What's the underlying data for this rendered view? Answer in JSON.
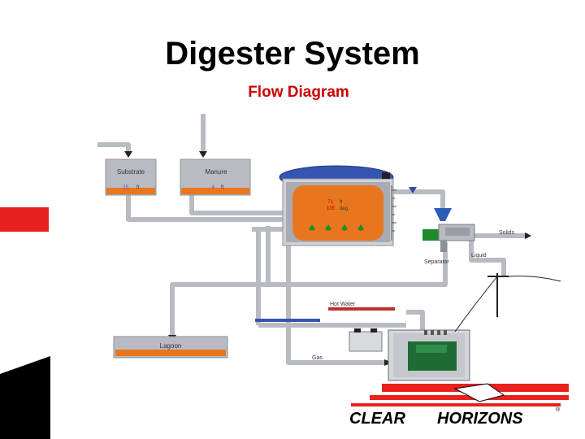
{
  "title": "Digester System",
  "subtitle": "Flow Diagram",
  "tanks": {
    "substrate": {
      "label": "Substrate",
      "level_value": "15",
      "unit": "ft"
    },
    "manure": {
      "label": "Manure",
      "level_value": "4",
      "unit": "ft"
    },
    "lagoon": {
      "label": "Lagoon"
    }
  },
  "digester": {
    "reading1": "71",
    "unit1": "ft",
    "reading2": "105",
    "unit2": "deg"
  },
  "labels": {
    "solids": "Solids",
    "liquid": "Liquid",
    "separator": "Separator",
    "hot_water": "Hot Water",
    "gas": "Gas"
  },
  "logo": {
    "text_left": "CLEAR",
    "text_right": "HORIZONS",
    "mark": "®"
  },
  "colors": {
    "accent_red": "#e8211e",
    "slurry_orange": "#e8761f",
    "pipe_gray": "#b8bcc2",
    "dome_blue": "#3455b0"
  }
}
